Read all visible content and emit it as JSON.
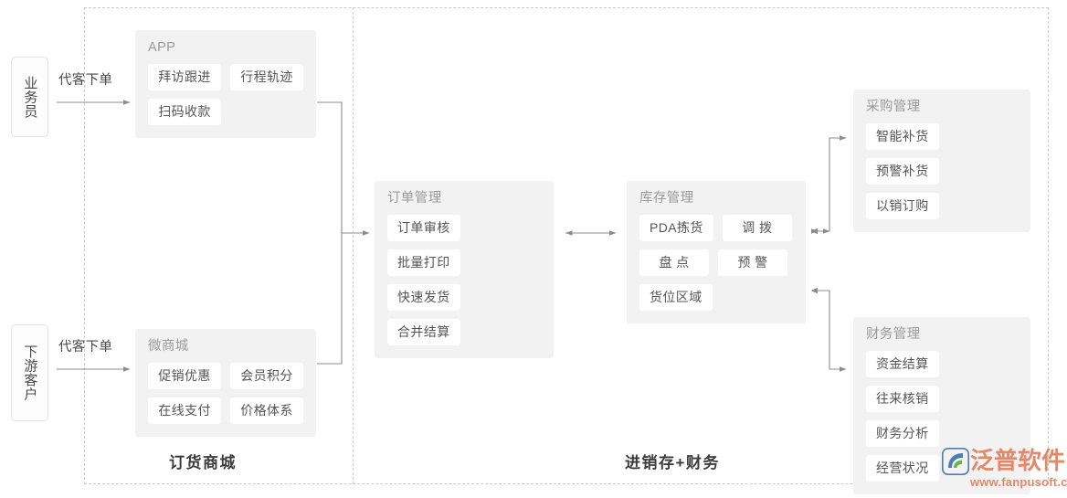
{
  "actors": [
    {
      "name": "salesperson",
      "label": "业务员"
    },
    {
      "name": "customer",
      "label": "下游客户"
    }
  ],
  "arrow_labels": {
    "salesperson_to_app": "代客下单",
    "customer_to_mall": "代客下单"
  },
  "groups": [
    {
      "id": "app",
      "title": "APP",
      "chips": [
        "拜访跟进",
        "行程轨迹",
        "扫码收款"
      ]
    },
    {
      "id": "mall",
      "title": "微商城",
      "chips": [
        "促销优惠",
        "会员积分",
        "在线支付",
        "价格体系"
      ]
    },
    {
      "id": "order",
      "title": "订单管理",
      "chips": [
        "订单审核",
        "批量打印",
        "快速发货",
        "合并结算"
      ]
    },
    {
      "id": "stock",
      "title": "库存管理",
      "chips": [
        "PDA拣货",
        "调 拨",
        "盘 点",
        "预 警",
        "货位区域"
      ]
    },
    {
      "id": "purchase",
      "title": "采购管理",
      "chips": [
        "智能补货",
        "预警补货",
        "以销订购"
      ]
    },
    {
      "id": "finance",
      "title": "财务管理",
      "chips": [
        "资金结算",
        "往来核销",
        "财务分析",
        "经营状况"
      ]
    }
  ],
  "section_captions": {
    "left": "订货商城",
    "right": "进销存+财务"
  },
  "logo": {
    "wordmark": "泛普软件",
    "url": "www.fanpusoft.com",
    "color": "#e08a6b",
    "mark_color": "#4a7fb5"
  },
  "colors": {
    "panel_bg": "#f2f2f2",
    "chip_bg": "#ffffff",
    "chip_text": "#555555",
    "title_text": "#9a9a9a",
    "connector": "#8c8c8c",
    "dashed_border": "#c9c9c9"
  }
}
